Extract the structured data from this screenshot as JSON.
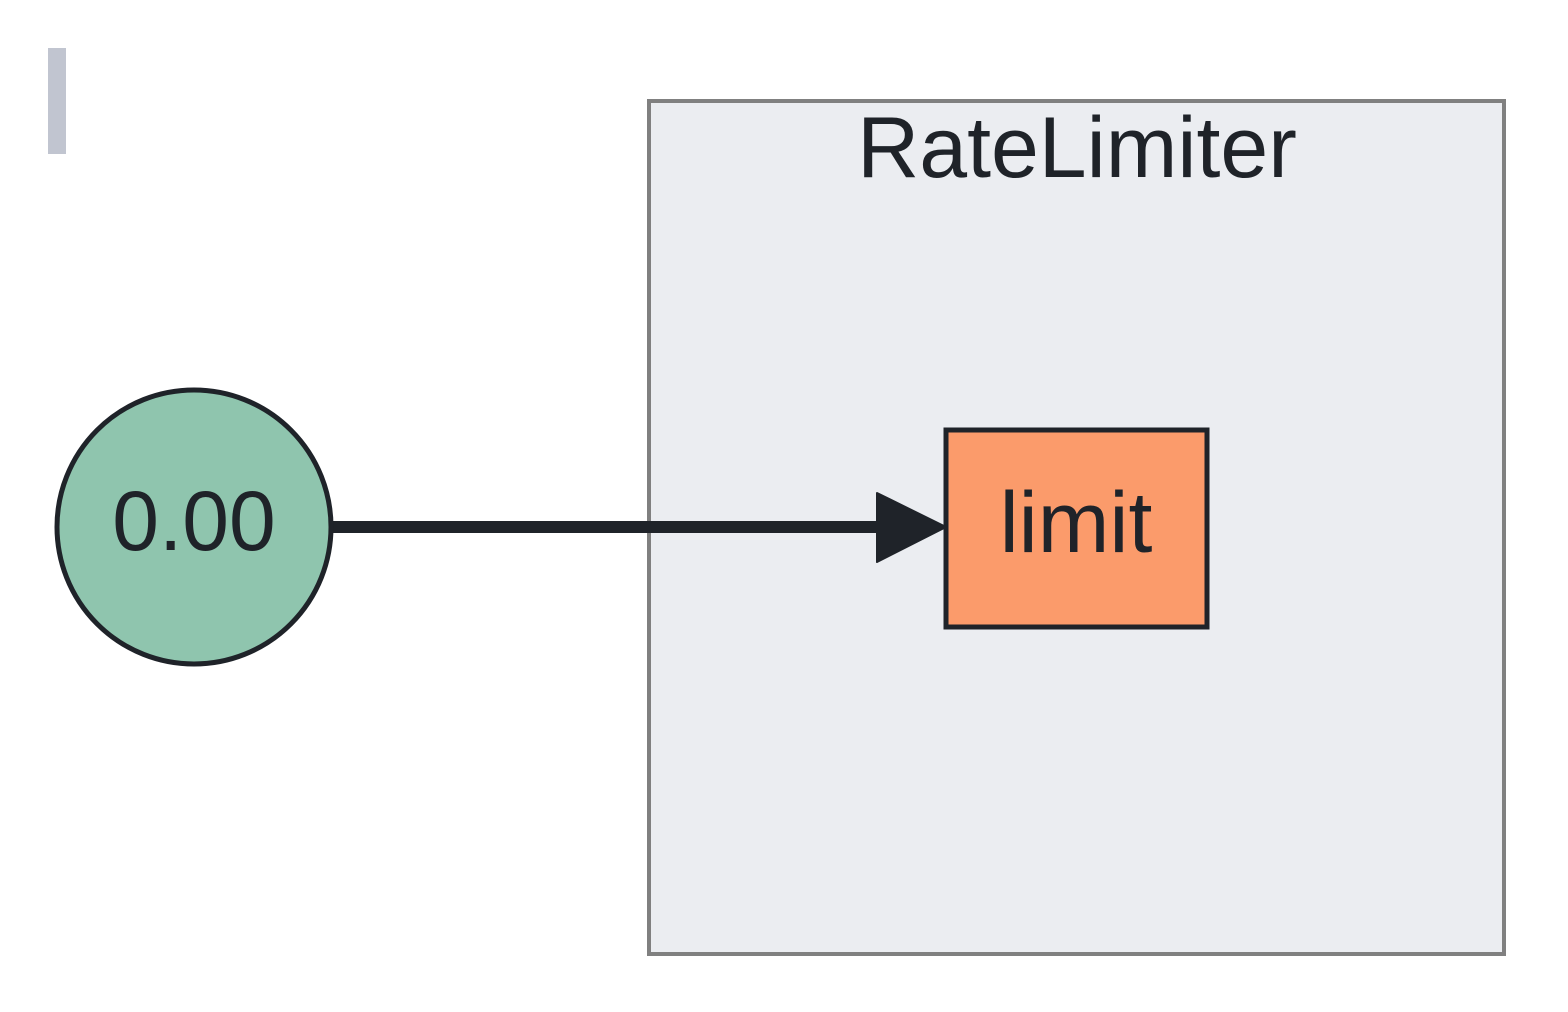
{
  "diagram": {
    "cluster": {
      "label": "RateLimiter",
      "fill": "#ebedf1",
      "stroke": "#808080"
    },
    "input_node": {
      "label": "0.00",
      "shape": "circle",
      "fill": "#8fc5ae",
      "stroke": "#1f2329"
    },
    "function_node": {
      "label": "limit",
      "shape": "box",
      "fill": "#fb9b6b",
      "stroke": "#1f2329"
    },
    "edges": [
      {
        "from": "0.00",
        "to": "limit",
        "color": "#1f2329"
      }
    ],
    "marker_color": "#c1c5d0"
  }
}
